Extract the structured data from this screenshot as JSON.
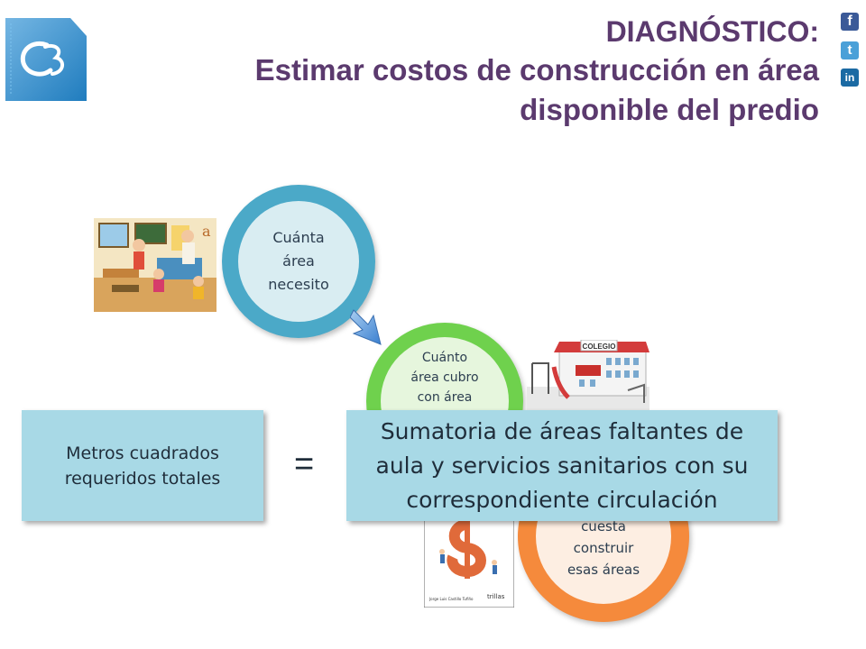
{
  "header": {
    "title_line1": "DIAGNÓSTICO:",
    "title_line2": "Estimar costos de construcción  en área",
    "title_line3": "disponible del predio"
  },
  "logo": {
    "icon": "c3-logo-icon",
    "color": "#2a8fd4"
  },
  "social": [
    {
      "icon": "facebook-icon",
      "glyph": "f",
      "color": "#3b5a98"
    },
    {
      "icon": "twitter-icon",
      "glyph": "t",
      "color": "#4aa0d8"
    },
    {
      "icon": "linkedin-icon",
      "glyph": "in",
      "color": "#1b6aa3"
    }
  ],
  "cycle": {
    "step1": {
      "line1": "Cuánta",
      "line2": "área",
      "line3": "necesito",
      "color": "#4ba9c8"
    },
    "step2": {
      "line1": "Cuánto",
      "line2": "área cubro",
      "line3": "con área",
      "color": "#6fd14d"
    },
    "step3": {
      "line1": "cuesta",
      "line2": "construir",
      "line3": "esas áreas",
      "color": "#f58a3c"
    }
  },
  "school_sign": "COLEGIO",
  "book": {
    "author": "Jorge Luis Castillo Tufiño",
    "publisher": "trillas"
  },
  "equation": {
    "left": {
      "line1": "Metros cuadrados",
      "line2": "requeridos totales"
    },
    "operator": "=",
    "right": {
      "line1": "Sumatoria de áreas faltantes de",
      "line2": "aula y servicios sanitarios con su",
      "line3": "correspondiente circulación"
    }
  }
}
